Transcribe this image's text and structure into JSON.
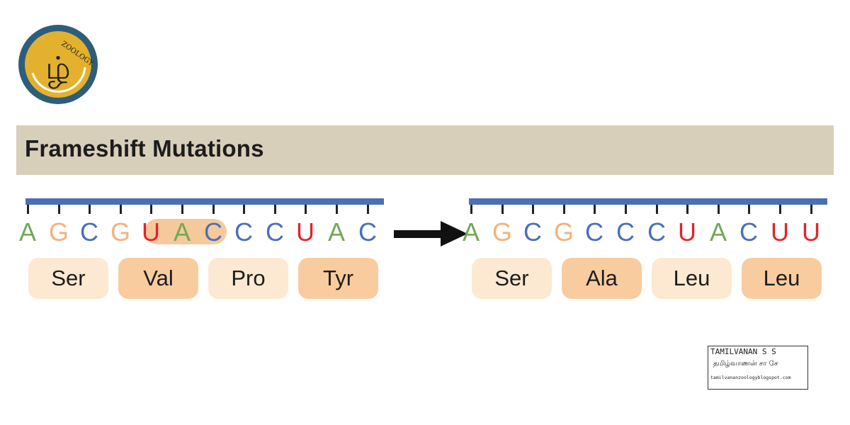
{
  "logo": {
    "text": "ZOOLOGY.",
    "glyph": "ழ்",
    "colors": {
      "ring": "#2d5d7b",
      "fill": "#e3b12d",
      "mark": "#ffffff"
    }
  },
  "title": "Frameshift Mutations",
  "colors": {
    "title_bar": "#d8cfbb",
    "backbone": "#4a6fb5",
    "A": "#72a857",
    "G": "#f4b27c",
    "C": "#4a70b8",
    "U": "#e3232c",
    "aa_light": "#fde9d2",
    "aa_dark": "#f9cc9f",
    "highlight": "#f6c99c"
  },
  "original": {
    "bases": [
      "A",
      "G",
      "C",
      "G",
      "U",
      "A",
      "C",
      "C",
      "C",
      "U",
      "A",
      "C"
    ],
    "highlighted_bases": [
      4,
      5
    ],
    "amino_acids": [
      "Ser",
      "Val",
      "Pro",
      "Tyr"
    ]
  },
  "arrow_icon": "right-arrow-icon",
  "mutated": {
    "bases": [
      "A",
      "G",
      "C",
      "G",
      "C",
      "C",
      "C",
      "U",
      "A",
      "C",
      "U",
      "U"
    ],
    "amino_acids": [
      "Ser",
      "Ala",
      "Leu",
      "Leu"
    ]
  },
  "signature": {
    "name": "TAMILVANAN S S",
    "tamil": "தமிழ்வாணன் சா சே",
    "url": "tamilvananzoologyblogspot.com"
  }
}
